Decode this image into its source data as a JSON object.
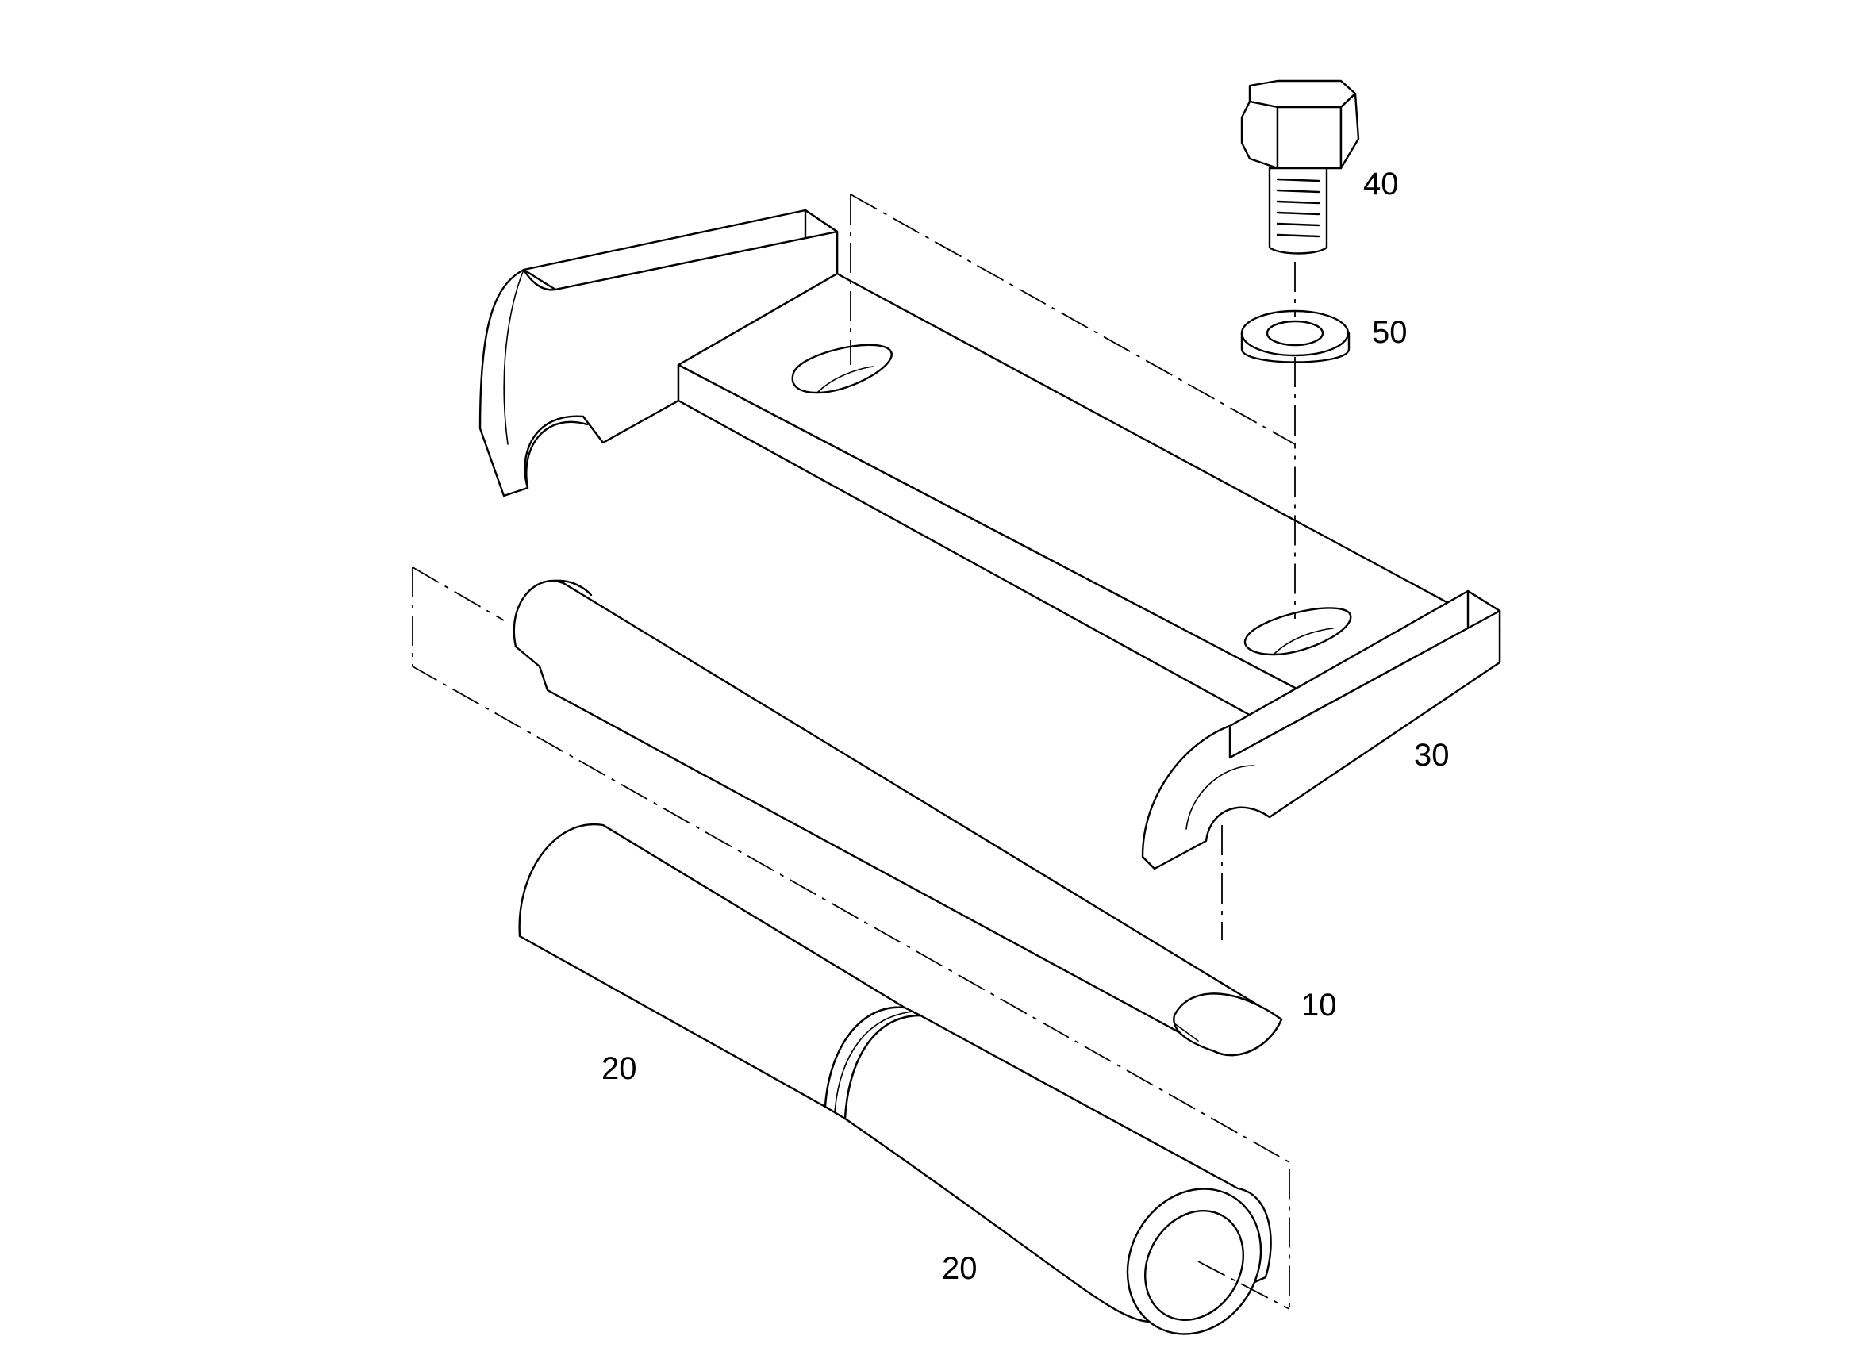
{
  "diagram": {
    "callouts": [
      {
        "id": "callout-40",
        "label": "40",
        "part": "hex-bolt"
      },
      {
        "id": "callout-50",
        "label": "50",
        "part": "washer"
      },
      {
        "id": "callout-30",
        "label": "30",
        "part": "mounting-bracket"
      },
      {
        "id": "callout-10",
        "label": "10",
        "part": "hinge-pin"
      },
      {
        "id": "callout-20-upper",
        "label": "20",
        "part": "hinge-bushing"
      },
      {
        "id": "callout-20-lower",
        "label": "20",
        "part": "hinge-bushing"
      }
    ]
  }
}
